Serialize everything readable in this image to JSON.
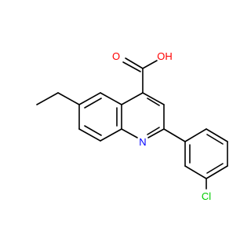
{
  "molecule": {
    "atoms": {
      "oxygen_carbonyl": {
        "text": "O",
        "color": "#ff0000"
      },
      "hydroxyl": {
        "text": "OH",
        "color": "#ff0000"
      },
      "nitrogen": {
        "text": "N",
        "color": "#0000ff"
      },
      "chlorine": {
        "text": "Cl",
        "color": "#00cc00"
      }
    },
    "bond_color": "#000000",
    "background": "#ffffff"
  }
}
